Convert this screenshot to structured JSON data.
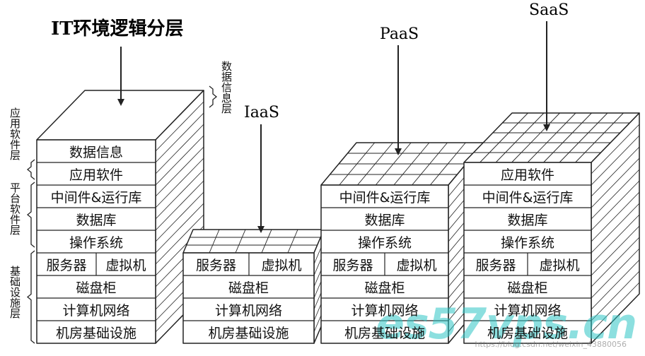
{
  "titles": {
    "it": "IT环境逻辑分层",
    "iaas": "IaaS",
    "paas": "PaaS",
    "saas": "SaaS"
  },
  "side_labels": {
    "app": "应用软件层",
    "data": "数据信息层",
    "platform": "平台软件层",
    "infra": "基础设施层"
  },
  "stacks": {
    "it": [
      "数据信息",
      "应用软件",
      "中间件&运行库",
      "数据库",
      "操作系统",
      [
        "服务器",
        "虚拟机"
      ],
      "磁盘柜",
      "计算机网络",
      "机房基础设施"
    ],
    "iaas": [
      [
        "服务器",
        "虚拟机"
      ],
      "磁盘柜",
      "计算机网络",
      "机房基础设施"
    ],
    "paas": [
      "中间件&运行库",
      "数据库",
      "操作系统",
      [
        "服务器",
        "虚拟机"
      ],
      "磁盘柜",
      "计算机网络",
      "机房基础设施"
    ],
    "saas": [
      "应用软件",
      "中间件&运行库",
      "数据库",
      "操作系统",
      [
        "服务器",
        "虚拟机"
      ],
      "磁盘柜",
      "计算机网络",
      "机房基础设施"
    ]
  },
  "watermark": "es57vps.cn",
  "watermark_url": "https://blog.csdn.net/weixin_43880056",
  "colors": {
    "stroke": "#222222",
    "face": "#ffffff",
    "side": "#ffffff",
    "grid": "#555555",
    "watermark": "#2ec4c4"
  }
}
